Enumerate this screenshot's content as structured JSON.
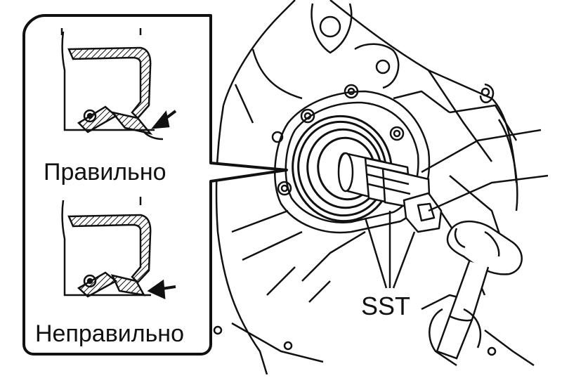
{
  "labels": {
    "correct": "Правильно",
    "incorrect": "Неправильно",
    "tool": "SST"
  },
  "colors": {
    "ink": "#111111",
    "paper": "#ffffff"
  }
}
